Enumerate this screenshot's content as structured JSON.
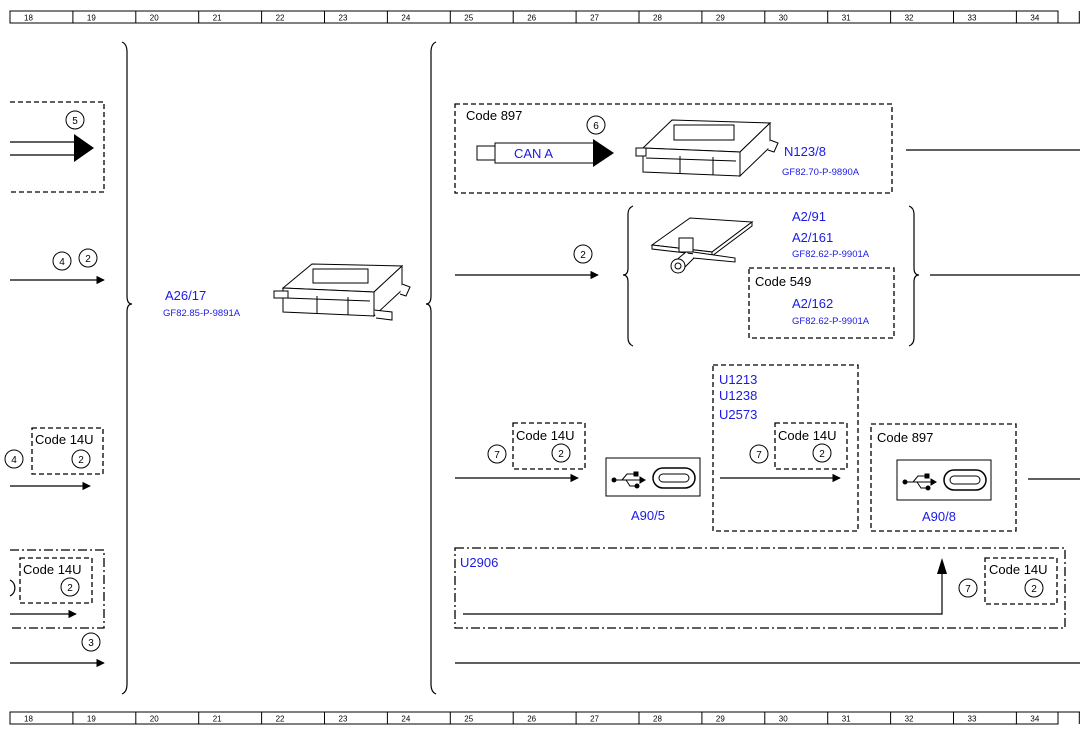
{
  "ruler": {
    "numbers": [
      "18",
      "19",
      "20",
      "21",
      "22",
      "23",
      "24",
      "25",
      "26",
      "27",
      "28",
      "29",
      "30",
      "31",
      "32",
      "33",
      "34"
    ]
  },
  "left": {
    "markers": [
      "5",
      "4",
      "2",
      "4",
      "2",
      "2",
      "3"
    ],
    "code14u_a": "Code 14U",
    "code14u_b": "Code 14U"
  },
  "mid": {
    "component_label": "A26/17",
    "component_ref": "GF82.85-P-9891A"
  },
  "top_box": {
    "code": "Code 897",
    "marker": "6",
    "can_label": "CAN A",
    "component_label": "N123/8",
    "component_ref": "GF82.70-P-9890A"
  },
  "antenna_group": {
    "marker": "2",
    "label1": "A2/91",
    "label2": "A2/161",
    "ref1": "GF82.62-P-9901A",
    "code": "Code 549",
    "label3": "A2/162",
    "ref2": "GF82.62-P-9901A"
  },
  "usb_row": {
    "marker1": "7",
    "code14u_1": "Code 14U",
    "num1": "2",
    "usb1_label": "A90/5",
    "units": [
      "U1213",
      "U1238",
      "U2573"
    ],
    "marker2": "7",
    "code14u_2": "Code 14U",
    "num2": "2",
    "code897": "Code 897",
    "usb2_label": "A90/8"
  },
  "bottom_box": {
    "unit": "U2906",
    "marker": "7",
    "code14u": "Code 14U",
    "num": "2"
  },
  "colors": {
    "label_blue": "#1a1ae6",
    "line": "#000000"
  }
}
